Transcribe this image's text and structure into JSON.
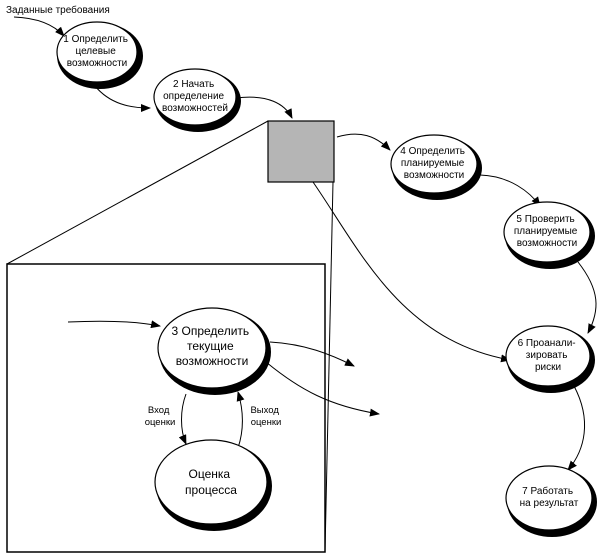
{
  "input_label": "Заданные требования",
  "nodes": [
    {
      "id": "n1",
      "lines": [
        "1 Определить",
        "целевые",
        "возможности"
      ]
    },
    {
      "id": "n2",
      "lines": [
        "2 Начать",
        "определение",
        "возможностей"
      ]
    },
    {
      "id": "n3",
      "lines": [
        "3 Определить",
        "текущие",
        "возможности"
      ]
    },
    {
      "id": "n4",
      "lines": [
        "4 Определить",
        "планируемые",
        "возможности"
      ]
    },
    {
      "id": "n5",
      "lines": [
        "5 Проверить",
        "планируемые",
        "возможности"
      ]
    },
    {
      "id": "n6",
      "lines": [
        "6 Проанали-",
        "зировать",
        "риски"
      ]
    },
    {
      "id": "n7",
      "lines": [
        "7 Работать",
        "на результат"
      ]
    },
    {
      "id": "assess",
      "lines": [
        "Оценка",
        "процесса"
      ]
    }
  ],
  "edge_labels": {
    "assessment_input": [
      "Вход",
      "оценки"
    ],
    "assessment_output": [
      "Выход",
      "оценки"
    ]
  }
}
